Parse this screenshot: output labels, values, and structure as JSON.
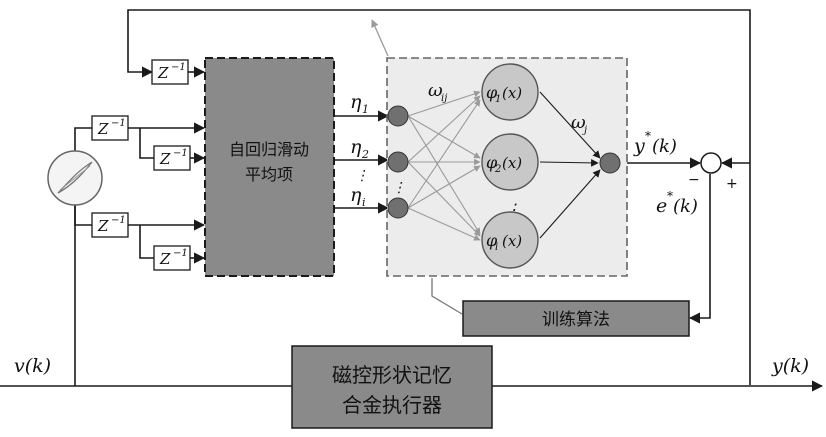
{
  "colors": {
    "line": "#1a1a1a",
    "dark_block": "#8a8a8a",
    "nn_panel": "#ececec",
    "neuron": "#707070",
    "rbf_node": "#c8c8c8",
    "arrow_gray": "#9a9a9a"
  },
  "delay": {
    "base": "Z",
    "exp": "−1"
  },
  "arma_block": {
    "line1": "自回归滑动",
    "line2": "平均项"
  },
  "train_block": {
    "label": "训练算法"
  },
  "plant_block": {
    "line1": "磁控形状记忆",
    "line2": "合金执行器"
  },
  "labels": {
    "eta1": "η",
    "eta1_sub": "1",
    "eta2": "η",
    "eta2_sub": "2",
    "etai": "η",
    "etai_sub": "i",
    "dots": "⋮",
    "wij": "ω",
    "wij_sub": "ij",
    "wj": "ω",
    "wj_sub": "j",
    "phi1": "φ",
    "phi1_sub": "1",
    "phi1_arg": "(x)",
    "phi2": "φ",
    "phi2_sub": "2",
    "phi2_arg": "(x)",
    "phii": "φ",
    "phii_sub": "i",
    "phii_arg": "(x)",
    "ystar": "y",
    "ystar_sup": "*",
    "ystar_arg": "(k)",
    "estar": "e",
    "estar_sup": "*",
    "estar_arg": "(k)",
    "minus": "−",
    "plus": "+",
    "vk": "v(k)",
    "yk": "y(k)"
  }
}
